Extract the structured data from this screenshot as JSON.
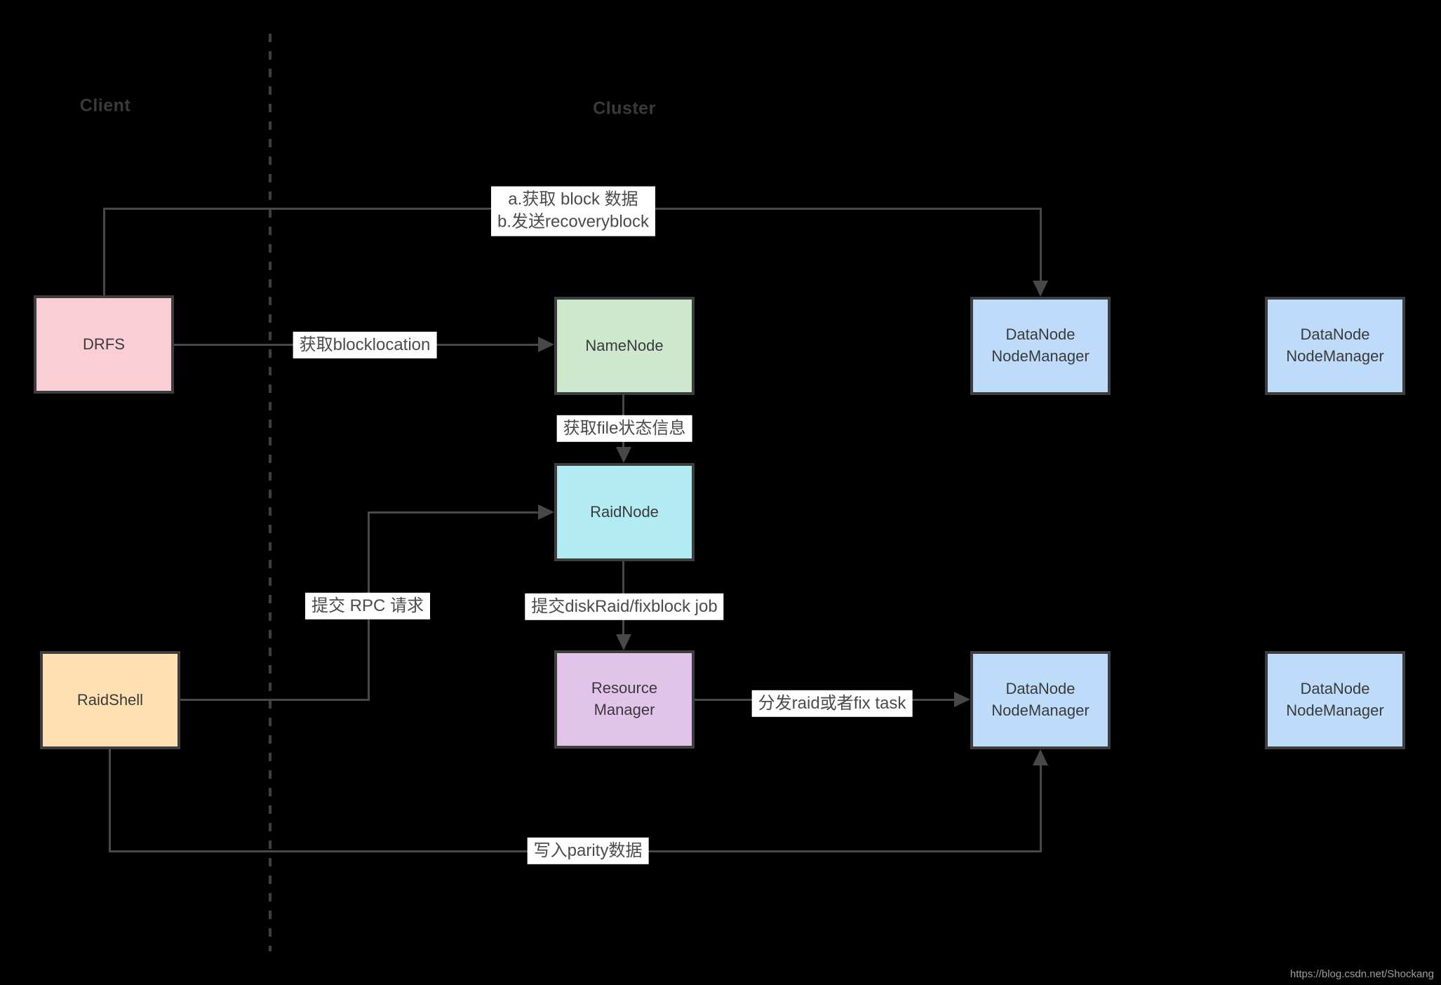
{
  "colors": {
    "background": "#000000",
    "box_border": "#3e3e40",
    "connector": "#48484a",
    "edge_label_bg": "#ffffff",
    "edge_label_text": "#4b4b4d",
    "node_text": "#3a3a3c",
    "lane_label_text": "#3a3a3c",
    "watermark_text": "#9e9e9e",
    "drfs_fill": "#f9cfd5",
    "namenode_fill": "#cde8cd",
    "raidnode_fill": "#b3ebf3",
    "raidshell_fill": "#fee0b2",
    "resource_manager_fill": "#e2c3ea",
    "datanode_fill": "#bedcf9"
  },
  "lanes": {
    "client": "Client",
    "cluster": "Cluster"
  },
  "nodes": {
    "drfs": "DRFS",
    "namenode": "NameNode",
    "raidnode": "RaidNode",
    "raidshell": "RaidShell",
    "resource_manager": "Resource Manager",
    "datanode_top_mid": "DataNode NodeManager",
    "datanode_top_right": "DataNode NodeManager",
    "datanode_bottom_mid": "DataNode NodeManager",
    "datanode_bottom_right": "DataNode NodeManager"
  },
  "edges": {
    "fetch_block": {
      "line1": "a.获取 block 数据",
      "line2": "b.发送recoveryblock"
    },
    "get_blocklocation": {
      "label": "获取blocklocation"
    },
    "get_file_status": {
      "label": "获取file状态信息"
    },
    "submit_rpc": {
      "label": "提交 RPC 请求"
    },
    "submit_job": {
      "label": "提交diskRaid/fixblock job"
    },
    "dispatch_task": {
      "label": "分发raid或者fix task"
    },
    "write_parity": {
      "label": "写入parity数据"
    }
  },
  "watermark": "https://blog.csdn.net/Shockang"
}
